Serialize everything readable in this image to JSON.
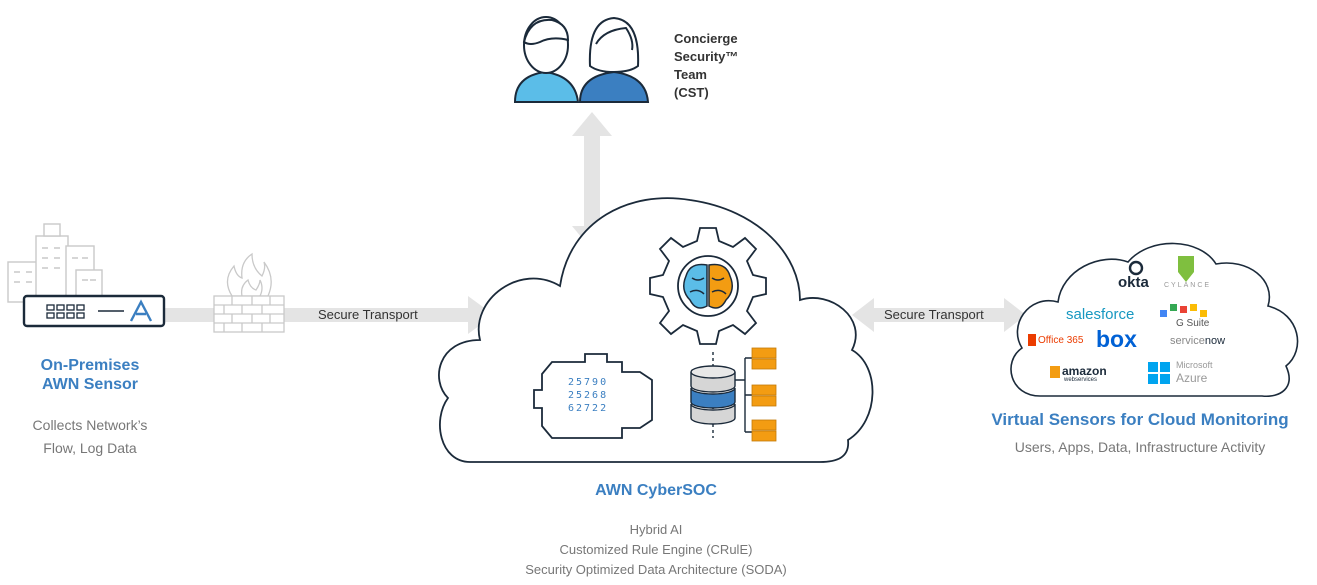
{
  "team": {
    "lines": [
      "Concierge",
      "Security™",
      "Team",
      "(CST)"
    ]
  },
  "onprem": {
    "title_line1": "On-Premises",
    "title_line2": "AWN Sensor",
    "desc_line1": "Collects Network’s",
    "desc_line2": "Flow, Log Data"
  },
  "transport": {
    "left": "Secure Transport",
    "right": "Secure Transport"
  },
  "cybersoc": {
    "title": "AWN CyberSOC",
    "items": [
      "Hybrid AI",
      "Customized Rule Engine (CRulE)",
      "Security Optimized Data Architecture (SODA)"
    ]
  },
  "engine_digits": [
    "25790",
    "25268",
    "62722"
  ],
  "cloud": {
    "title": "Virtual Sensors for Cloud Monitoring",
    "desc": "Users, Apps, Data, Infrastructure Activity",
    "logos": {
      "okta": "okta",
      "cylance": "CYLANCE",
      "salesforce": "salesforce",
      "gsuite": "G Suite",
      "office365": "Office 365",
      "box": "box",
      "servicenow_a": "service",
      "servicenow_b": "now",
      "amazon": "amazon",
      "aws_sub": "webservices",
      "microsoft": "Microsoft",
      "azure": "Azure"
    }
  },
  "colors": {
    "accent_blue": "#3b7fc1",
    "light_blue": "#5bbde8",
    "arrow_grey": "#e4e4e4",
    "orange": "#f39c12",
    "navy": "#1b2a3a"
  },
  "icons": [
    "person-icon",
    "buildings-icon",
    "sensor-device-icon",
    "firewall-icon",
    "cloud-icon",
    "gear-icon",
    "brain-icon",
    "engine-icon",
    "database-icon",
    "server-icon"
  ]
}
